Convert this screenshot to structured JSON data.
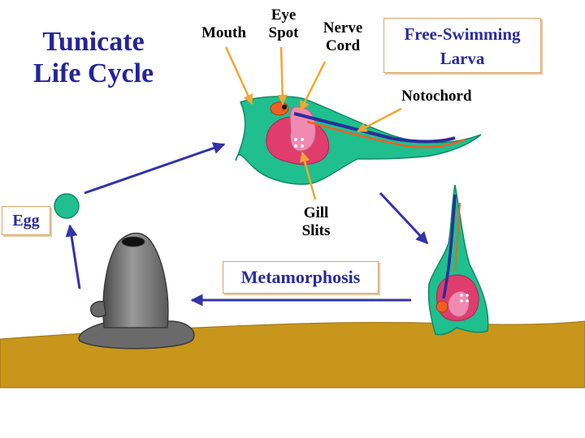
{
  "title": "Tunicate Life Cycle",
  "labels": {
    "mouth": "Mouth",
    "eye_spot_line1": "Eye",
    "eye_spot_line2": "Spot",
    "nerve_cord_line1": "Nerve",
    "nerve_cord_line2": "Cord",
    "notochord": "Notochord",
    "gill_slits_line1": "Gill",
    "gill_slits_line2": "Slits"
  },
  "stages": {
    "larva_line1": "Free-Swimming",
    "larva_line2": "Larva",
    "egg": "Egg",
    "metamorphosis": "Metamorphosis"
  },
  "colors": {
    "title": "#24249a",
    "stage_text": "#2a2a9e",
    "cycle_arrow": "#3333aa",
    "pointer_arrow": "#f0a830",
    "body_green": "#1fbf8f",
    "organ_pink": "#e03c6e",
    "organ_light_pink": "#f08ab0",
    "organ_orange": "#f06020",
    "adult_gray": "#7a7a7a",
    "seabed": "#c8961a"
  }
}
